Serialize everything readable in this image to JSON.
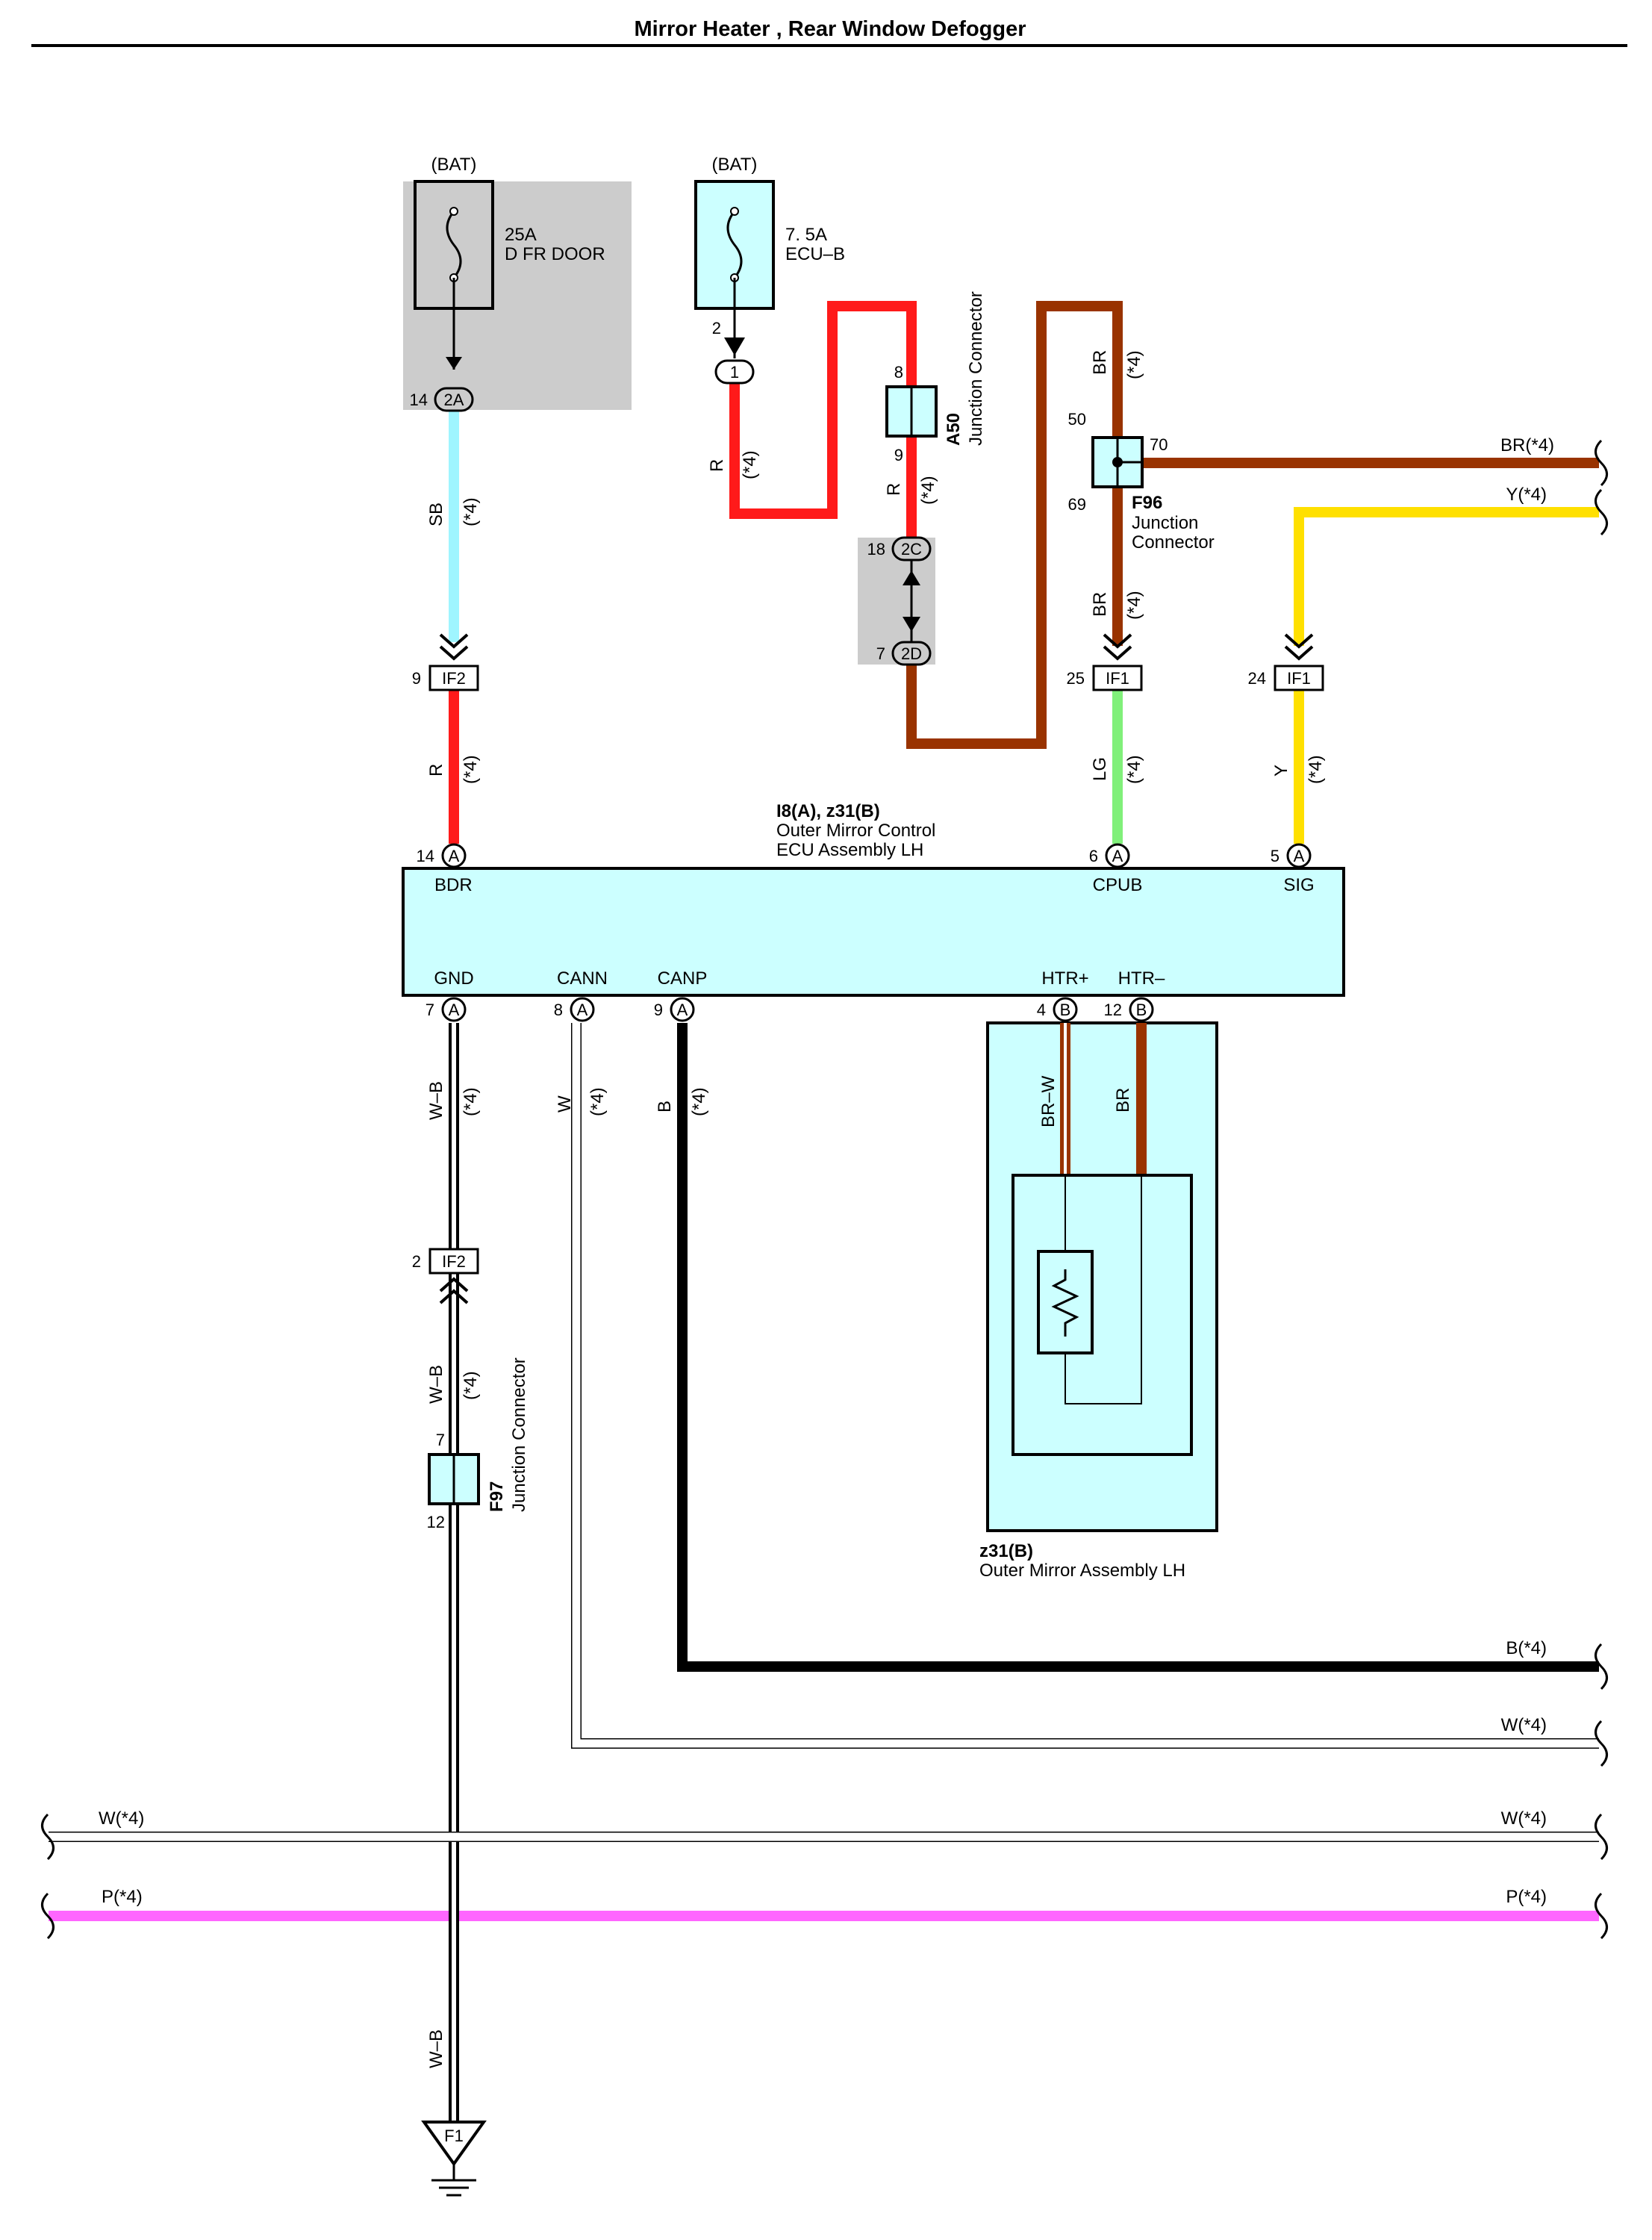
{
  "title": "Mirror Heater , Rear Window Defogger",
  "colors": {
    "SB": "#9ff5ff",
    "R": "#ff1a1a",
    "BR": "#993300",
    "LG": "#80f07a",
    "Y": "#ffe000",
    "B": "#000000",
    "W": "#ffffff",
    "P": "#ff66ff",
    "component_fill": "#ccffff",
    "shade": "#cccccc"
  },
  "fuses": {
    "dfr": {
      "source": "(BAT)",
      "rating": "25A",
      "name": "D FR DOOR"
    },
    "ecub": {
      "source": "(BAT)",
      "rating": "7. 5A",
      "name": "ECU–B"
    }
  },
  "connectors": {
    "c2A": {
      "label": "2A",
      "pin": "14"
    },
    "c1": {
      "label": "1",
      "pin": "2"
    },
    "c2C": {
      "label": "2C",
      "pin": "18"
    },
    "c2D": {
      "label": "2D",
      "pin": "7"
    },
    "if2a": {
      "label": "IF2",
      "pin": "9"
    },
    "if1a": {
      "label": "IF1",
      "pin": "25"
    },
    "if1b": {
      "label": "IF1",
      "pin": "24"
    },
    "if2b": {
      "label": "IF2",
      "pin": "2"
    }
  },
  "junctions": {
    "a50": {
      "code": "A50",
      "name": "Junction Connector",
      "pin_top": "8",
      "pin_bottom": "9"
    },
    "f96": {
      "code": "F96",
      "name_line1": "Junction",
      "name_line2": "Connector",
      "pin_top": "50",
      "pin_right": "70",
      "pin_bottom": "69"
    },
    "f97": {
      "code": "F97",
      "name": "Junction Connector",
      "pin_top": "7",
      "pin_bottom": "12"
    }
  },
  "ecu": {
    "code": "I8(A), z31(B)",
    "name_line1": "Outer Mirror Control",
    "name_line2": "ECU Assembly LH",
    "top_pins": [
      {
        "num": "14",
        "conn": "A",
        "name": "BDR"
      },
      {
        "num": "6",
        "conn": "A",
        "name": "CPUB"
      },
      {
        "num": "5",
        "conn": "A",
        "name": "SIG"
      }
    ],
    "bottom_pins": [
      {
        "num": "7",
        "conn": "A",
        "name": "GND"
      },
      {
        "num": "8",
        "conn": "A",
        "name": "CANN"
      },
      {
        "num": "9",
        "conn": "A",
        "name": "CANP"
      },
      {
        "num": "4",
        "conn": "B",
        "name": "HTR+"
      },
      {
        "num": "12",
        "conn": "B",
        "name": "HTR–"
      }
    ]
  },
  "mirror": {
    "code": "z31(B)",
    "name": "Outer Mirror Assembly LH"
  },
  "wires": {
    "sb": {
      "color": "SB",
      "note": "(*4)"
    },
    "r1": {
      "color": "R",
      "note": "(*4)"
    },
    "r2": {
      "color": "R",
      "note": "(*4)"
    },
    "r3": {
      "color": "R",
      "note": "(*4)"
    },
    "br1": {
      "color": "BR",
      "note": "(*4)"
    },
    "br2": {
      "color": "BR",
      "note": "(*4)"
    },
    "lg": {
      "color": "LG",
      "note": "(*4)"
    },
    "y": {
      "color": "Y",
      "note": "(*4)"
    },
    "wb1": {
      "color": "W–B",
      "note": "(*4)"
    },
    "wb2": {
      "color": "W–B",
      "note": "(*4)"
    },
    "wb3": {
      "color": "W–B"
    },
    "w": {
      "color": "W",
      "note": "(*4)"
    },
    "b": {
      "color": "B",
      "note": "(*4)"
    },
    "brw": {
      "color": "BR–W"
    },
    "br3": {
      "color": "BR"
    }
  },
  "continuations": {
    "br": "BR(*4)",
    "y": "Y(*4)",
    "b": "B(*4)",
    "w_canbus": "W(*4)",
    "w_left": "W(*4)",
    "w_right": "W(*4)",
    "p_left": "P(*4)",
    "p_right": "P(*4)"
  },
  "ground": {
    "label": "F1"
  }
}
